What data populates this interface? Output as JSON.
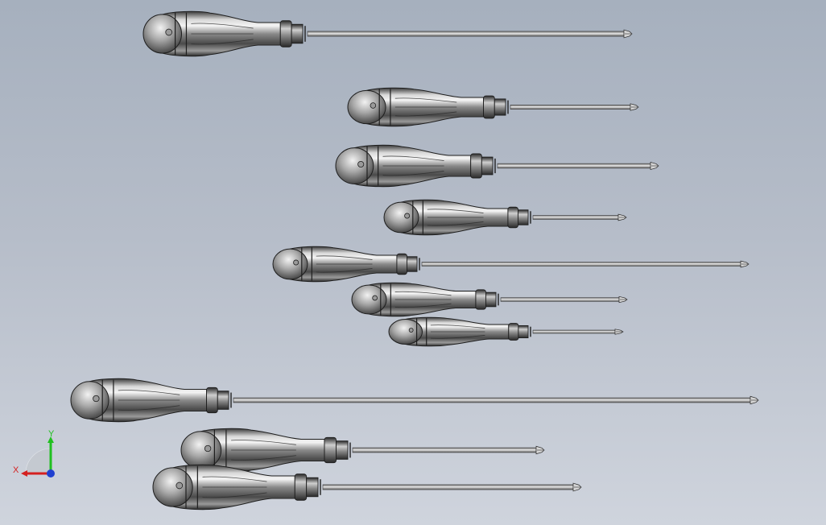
{
  "viewport": {
    "background_top": "#a6b0be",
    "background_bottom": "#cfd4dd"
  },
  "screwdrivers": [
    {
      "id": "screwdriver-1",
      "tip": "phillips"
    },
    {
      "id": "screwdriver-2",
      "tip": "phillips"
    },
    {
      "id": "screwdriver-3",
      "tip": "phillips"
    },
    {
      "id": "screwdriver-4",
      "tip": "phillips"
    },
    {
      "id": "screwdriver-5",
      "tip": "phillips"
    },
    {
      "id": "screwdriver-6",
      "tip": "phillips"
    },
    {
      "id": "screwdriver-7",
      "tip": "phillips"
    },
    {
      "id": "screwdriver-8",
      "tip": "phillips"
    },
    {
      "id": "screwdriver-9",
      "tip": "phillips"
    },
    {
      "id": "screwdriver-10",
      "tip": "phillips"
    }
  ],
  "triad": {
    "x_label": "X",
    "y_label": "Y",
    "x_color": "#d42020",
    "y_color": "#20c020",
    "z_color": "#2040d0"
  }
}
